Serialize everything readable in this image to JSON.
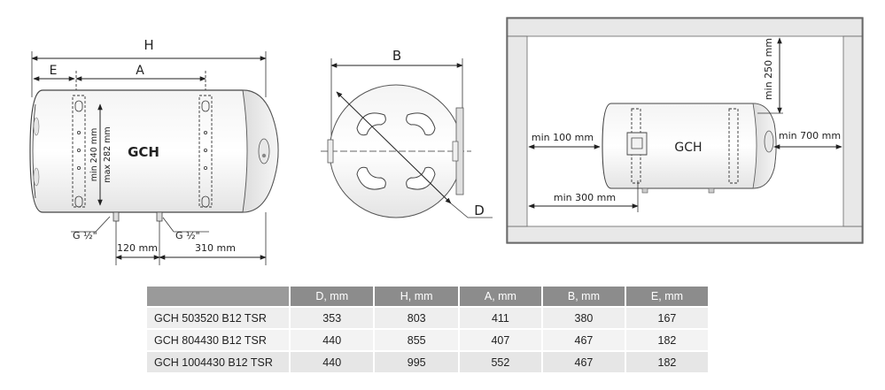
{
  "side_view": {
    "label_model": "GCH",
    "dim_H": "H",
    "dim_E": "E",
    "dim_A": "A",
    "inner_min": "min 240 mm",
    "inner_max": "max 282 mm",
    "pipe_left": "G ½\"",
    "pipe_right": "G ½\"",
    "dim_120": "120 mm",
    "dim_310": "310 mm"
  },
  "front_view": {
    "dim_B": "B",
    "dim_D": "D"
  },
  "install_view": {
    "label_model": "GCH",
    "min_250": "min 250 mm",
    "min_100": "min 100 mm",
    "min_700": "min 700 mm",
    "min_300": "min 300 mm"
  },
  "specs_table": {
    "headers": [
      "",
      "D, mm",
      "H, mm",
      "A, mm",
      "B, mm",
      "E, mm"
    ],
    "rows": [
      [
        "GCH 503520 B12 TSR",
        "353",
        "803",
        "411",
        "380",
        "167"
      ],
      [
        "GCH 804430 B12 TSR",
        "440",
        "855",
        "407",
        "467",
        "182"
      ],
      [
        "GCH 1004430 B12 TSR",
        "440",
        "995",
        "552",
        "467",
        "182"
      ]
    ]
  }
}
